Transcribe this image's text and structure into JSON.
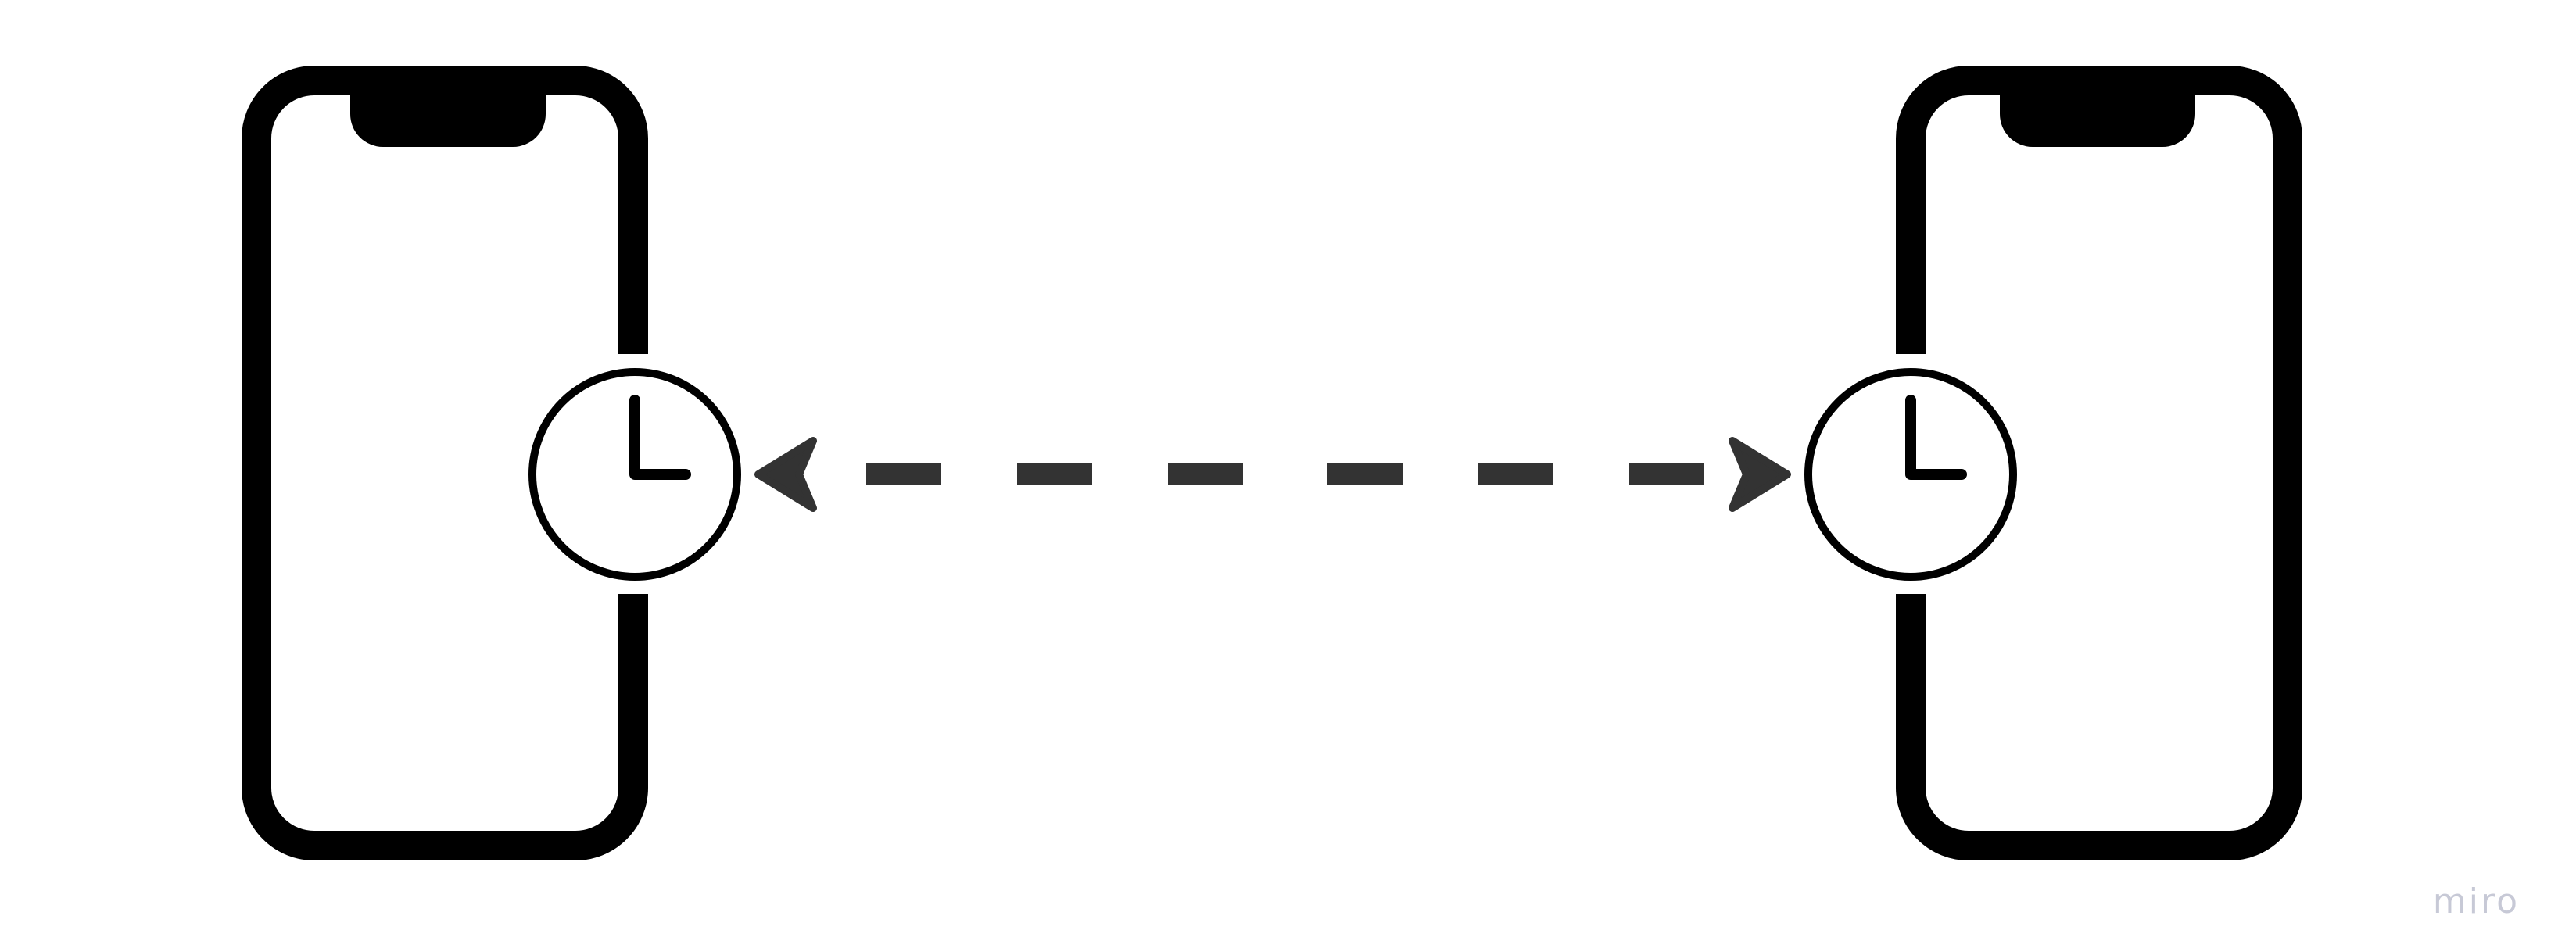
{
  "diagram": {
    "devices": [
      {
        "id": "left-phone",
        "kind": "smartphone",
        "icon": "clock-icon"
      },
      {
        "id": "right-phone",
        "kind": "smartphone",
        "icon": "clock-icon"
      }
    ],
    "connector": {
      "style": "dashed",
      "direction": "bidirectional",
      "dash_count": 6
    },
    "colors": {
      "background": "#ffffff",
      "outline": "#000000",
      "connector": "#333333",
      "watermark": "#c7c9d6"
    }
  },
  "watermark": {
    "text": "miro"
  }
}
